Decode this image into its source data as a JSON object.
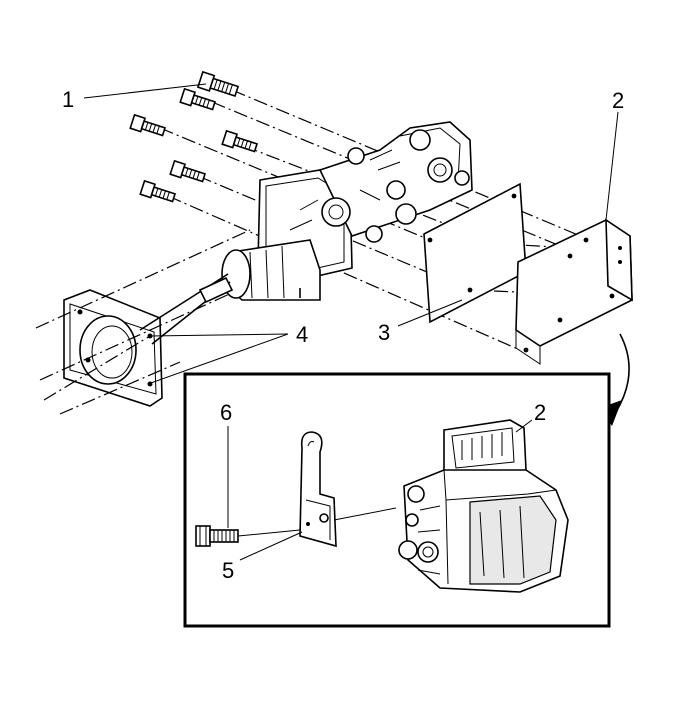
{
  "callouts": {
    "c1": "1",
    "c2_main": "2",
    "c3": "3",
    "c4": "4",
    "c2_inset": "2",
    "c5": "5",
    "c6": "6"
  },
  "icons": {
    "curved_arrow": "curved-arrow-icon"
  }
}
